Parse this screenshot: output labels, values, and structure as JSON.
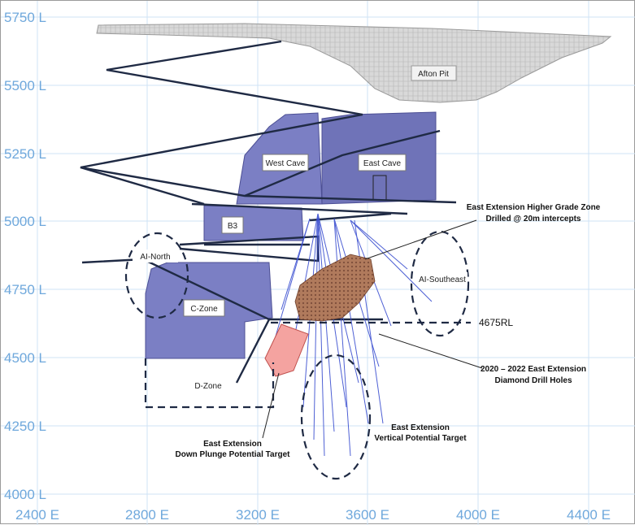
{
  "axes": {
    "y_labels": [
      "5750 L",
      "5500 L",
      "5250 L",
      "5000 L",
      "4750 L",
      "4500 L",
      "4250 L",
      "4000 L"
    ],
    "x_labels": [
      "2400 E",
      "2800 E",
      "3200 E",
      "3600 E",
      "4000 E",
      "4400 E"
    ]
  },
  "zones": {
    "afton_pit": "Afton Pit",
    "west_cave": "West Cave",
    "east_cave": "East Cave",
    "b3": "B3",
    "ai_north": "AI-North",
    "c_zone": "C-Zone",
    "d_zone": "D-Zone",
    "ai_southeast": "AI-Southeast"
  },
  "level_marker": "4675RL",
  "annotations": {
    "higher_grade_line1": "East Extension Higher Grade Zone",
    "higher_grade_line2": "Drilled @ 20m intercepts",
    "drill_holes_line1": "2020 – 2022 East Extension",
    "drill_holes_line2": "Diamond Drill Holes",
    "vertical_line1": "East Extension",
    "vertical_line2": "Vertical Potential Target",
    "plunge_line1": "East Extension",
    "plunge_line2": "Down Plunge Potential Target"
  },
  "colors": {
    "grid": "#cfe3f5",
    "axis_text": "#6fa8dc",
    "workings": "#7b7fc4",
    "declines": "#1f2a44",
    "drill_holes": "#3b4fd0",
    "target": "#f4a3a0"
  }
}
